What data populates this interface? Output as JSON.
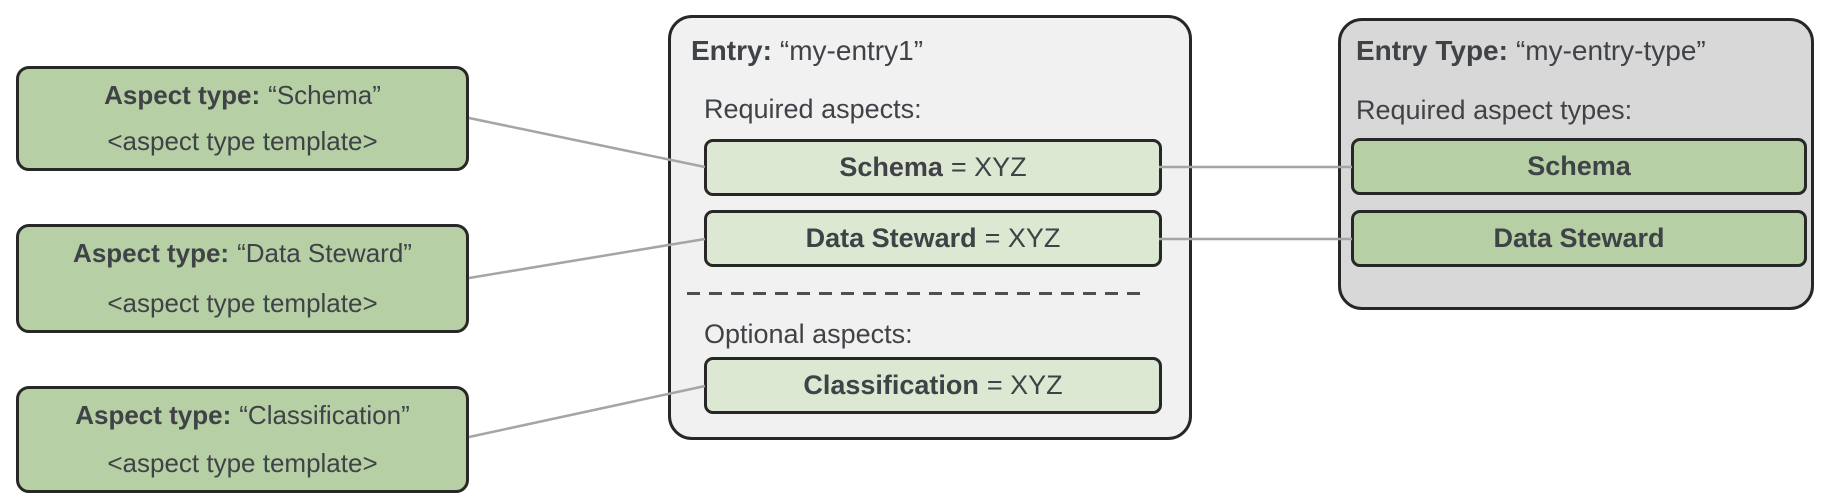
{
  "aspect_types": [
    {
      "label": "Aspect type:",
      "name": "“Schema”",
      "template": "<aspect type template>"
    },
    {
      "label": "Aspect type:",
      "name": "“Data Steward”",
      "template": "<aspect type template>"
    },
    {
      "label": "Aspect type:",
      "name": "“Classification”",
      "template": "<aspect type template>"
    }
  ],
  "entry": {
    "title_label": "Entry:",
    "title_value": "“my-entry1”",
    "required_label": "Required aspects:",
    "optional_label": "Optional aspects:",
    "required_aspects": [
      {
        "name": "Schema",
        "value": "= XYZ"
      },
      {
        "name": "Data Steward",
        "value": "= XYZ"
      }
    ],
    "optional_aspects": [
      {
        "name": "Classification",
        "value": "= XYZ"
      }
    ]
  },
  "entry_type": {
    "title_label": "Entry Type:",
    "title_value": "“my-entry-type”",
    "required_label": "Required aspect types:",
    "required_aspect_types": [
      {
        "name": "Schema"
      },
      {
        "name": "Data Steward"
      }
    ]
  },
  "colors": {
    "green_dark": "#b6cfa5",
    "green_light": "#dce8d1",
    "panel_light": "#f1f1f1",
    "panel_gray": "#d8d8d8",
    "border_dark": "#272727",
    "connector_gray": "#a5a5a5",
    "dash_gray": "#4f4f4f",
    "text": "#3f4246"
  }
}
